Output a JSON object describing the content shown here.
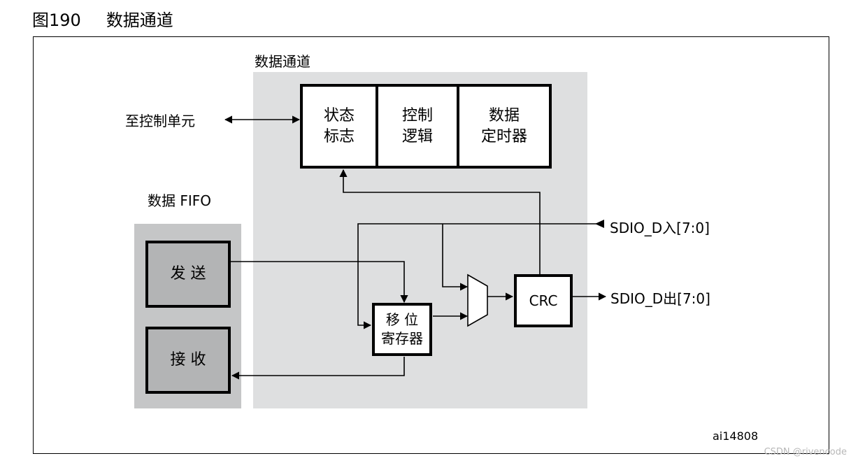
{
  "figure": {
    "number": "图190",
    "title": "数据通道"
  },
  "labels": {
    "datapath": "数据通道",
    "data_fifo": "数据 FIFO",
    "to_control": "至控制单元",
    "sdio_in": "SDIO_D入[7:0]",
    "sdio_out": "SDIO_D出[7:0]",
    "figure_id": "ai14808"
  },
  "blocks": {
    "status_flags": [
      "状态",
      "标志"
    ],
    "control_logic": [
      "控制",
      "逻辑"
    ],
    "data_timer": [
      "数据",
      "定时器"
    ],
    "send": "发 送",
    "receive": "接 收",
    "shift_register": [
      "移 位",
      "寄存器"
    ],
    "crc": "CRC"
  },
  "watermark": "CSDN @rivencode",
  "colors": {
    "datapath_bg": "#dedfe0",
    "fifo_bg": "#c5c6c7",
    "fifo_block": "#b3b4b5",
    "line": "#000000"
  }
}
